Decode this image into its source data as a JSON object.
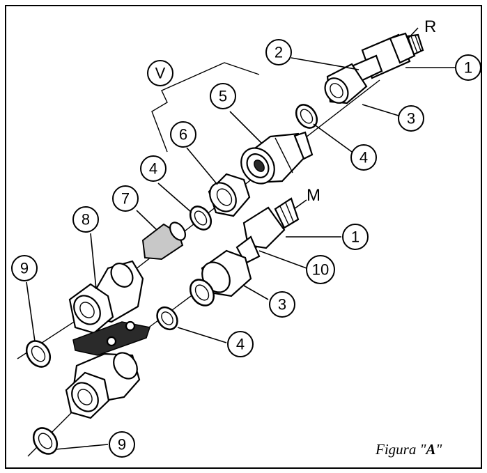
{
  "figure": {
    "caption_prefix": "Figura ",
    "caption_quote_open": "\"",
    "caption_letter": "A",
    "caption_quote_close": "\""
  },
  "labels": {
    "R": "R",
    "M": "M",
    "V": "V"
  },
  "callouts": {
    "c1_top": "1",
    "c2": "2",
    "c3_top": "3",
    "c4_top": "4",
    "c5": "5",
    "c6": "6",
    "c4_mid": "4",
    "c7": "7",
    "c8": "8",
    "c1_mid": "1",
    "c10": "10",
    "c3_mid": "3",
    "c9_top": "9",
    "c4_low": "4",
    "c9_low": "9"
  }
}
